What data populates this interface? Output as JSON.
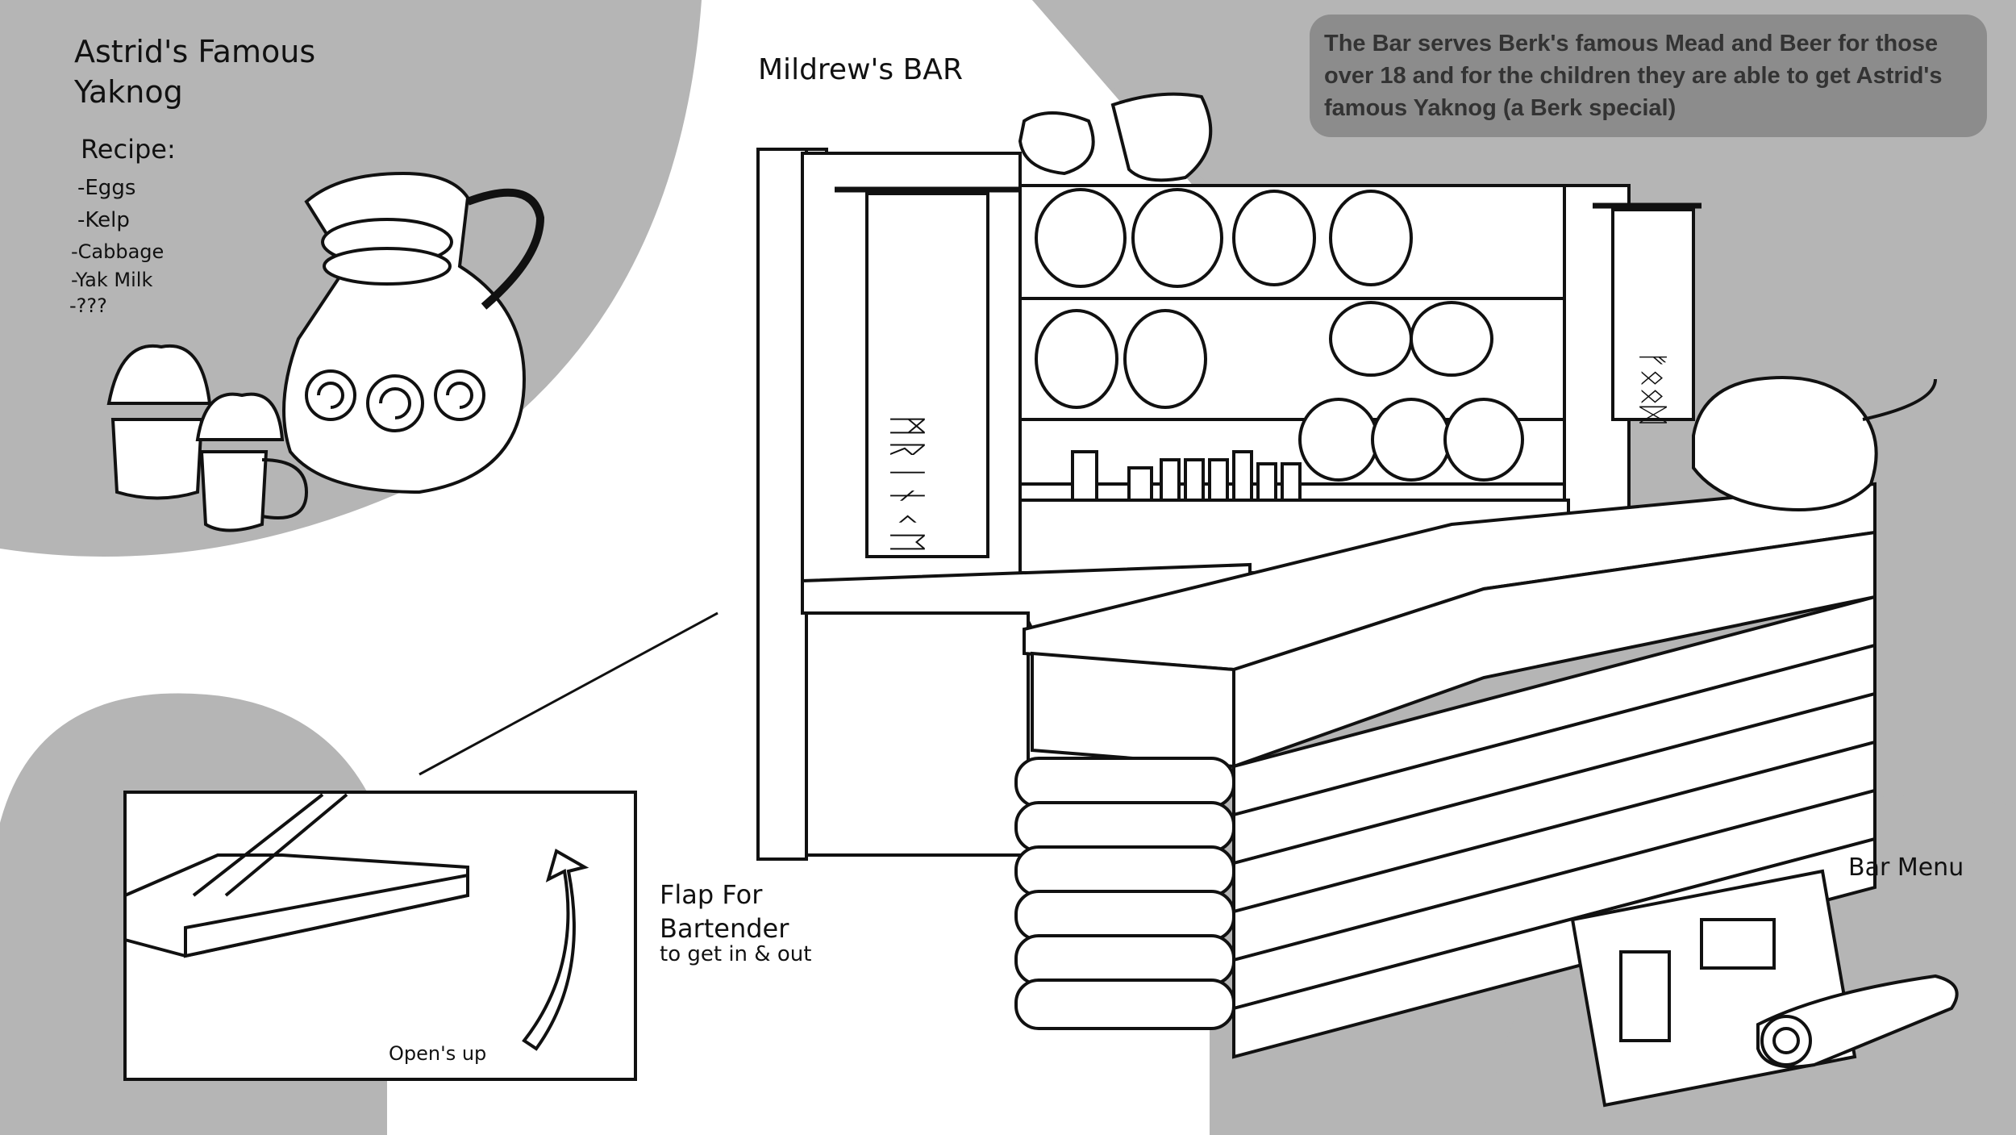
{
  "colors": {
    "background": "#ffffff",
    "panel_gray": "#b5b5b5",
    "note_bg": "#8c8c8c",
    "note_text": "#333333",
    "ink": "#111111"
  },
  "yaknog": {
    "title_line1": "Astrid's Famous",
    "title_line2": "Yaknog",
    "recipe_label": "Recipe:",
    "ingredients": [
      "-Eggs",
      "-Kelp",
      "-Cabbage",
      "-Yak Milk",
      "-???"
    ]
  },
  "bar_title": "Mildrew's BAR",
  "description": "The Bar serves Berk's famous Mead and Beer for those over 18 and for the children they are able to get Astrid's famous Yaknog (a Berk special)",
  "flap": {
    "line1": "Flap For",
    "line2": "Bartender",
    "line3": "to get in & out",
    "opens": "Open's up"
  },
  "menu_label": "Bar Menu"
}
